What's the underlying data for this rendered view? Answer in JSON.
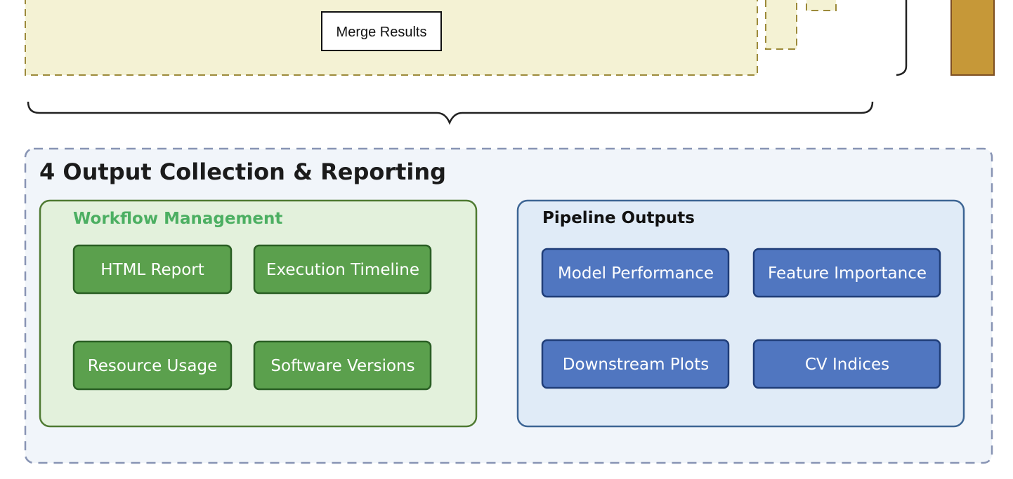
{
  "top_section": {
    "merge_label": "Merge Results"
  },
  "output_section": {
    "title": "4 Output Collection & Reporting",
    "workflow_group": {
      "title": "Workflow Management",
      "items": [
        "HTML Report",
        "Execution Timeline",
        "Resource Usage",
        "Software Versions"
      ]
    },
    "pipeline_group": {
      "title": "Pipeline Outputs",
      "items": [
        "Model Performance",
        "Feature Importance",
        "Downstream Plots",
        "CV Indices"
      ]
    }
  },
  "colors": {
    "top_cluster_fill": "#f4f2d4",
    "top_cluster_border": "#9c8a3a",
    "side_block": "#c69838",
    "side_block_border": "#7e4f22",
    "section_fill": "#f1f5fa",
    "section_border": "#8894b4",
    "workflow_fill": "#e3f1dc",
    "workflow_border": "#4f7a32",
    "workflow_node": "#5ba04d",
    "workflow_node_border": "#2a5e24",
    "pipeline_fill": "#e0ebf7",
    "pipeline_border": "#3d6594",
    "pipeline_node": "#5076c0",
    "pipeline_node_border": "#1f3d78"
  }
}
